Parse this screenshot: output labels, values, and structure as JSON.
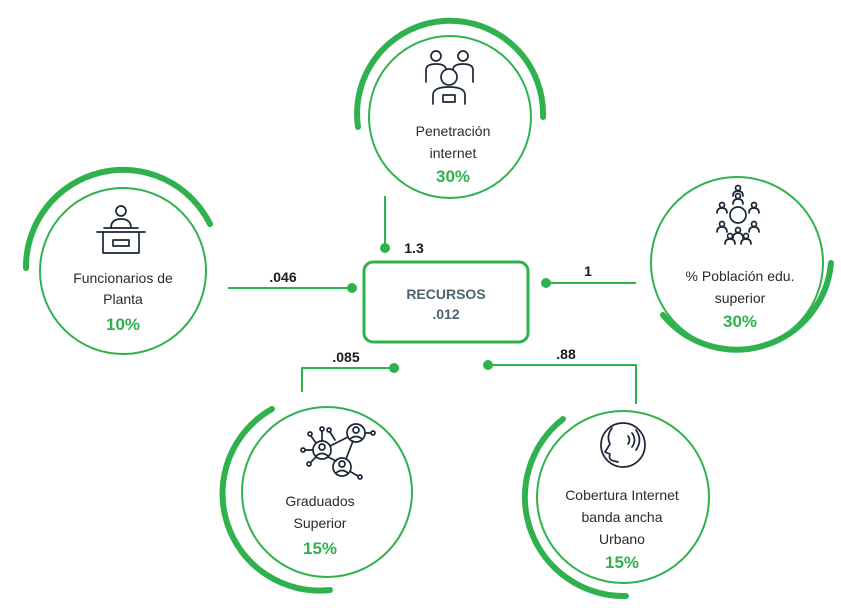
{
  "center": {
    "title": "RECURSOS",
    "value": ".012"
  },
  "nodes": {
    "penetracion": {
      "line1": "Penetración",
      "line2": "internet",
      "percent": "30%",
      "coef": "1.3",
      "icon": "people-group-icon"
    },
    "funcionarios": {
      "line1": "Funcionarios de",
      "line2": "Planta",
      "percent": "10%",
      "coef": ".046",
      "icon": "speaker-podium-icon"
    },
    "poblacion": {
      "line1": "% Población edu.",
      "line2": "superior",
      "percent": "30%",
      "coef": "1",
      "icon": "people-circle-icon"
    },
    "graduados": {
      "line1": "Graduados",
      "line2": "Superior",
      "percent": "15%",
      "coef": ".085",
      "icon": "network-people-icon"
    },
    "cobertura": {
      "line1": "Cobertura Internet",
      "line2": "banda ancha",
      "line3": "Urbano",
      "percent": "15%",
      "coef": ".88",
      "icon": "voice-speaking-icon"
    }
  },
  "colors": {
    "accent": "#2fb24e",
    "text": "#2b2b2b",
    "center_text": "#4d6470",
    "icon": "#1c2638"
  }
}
